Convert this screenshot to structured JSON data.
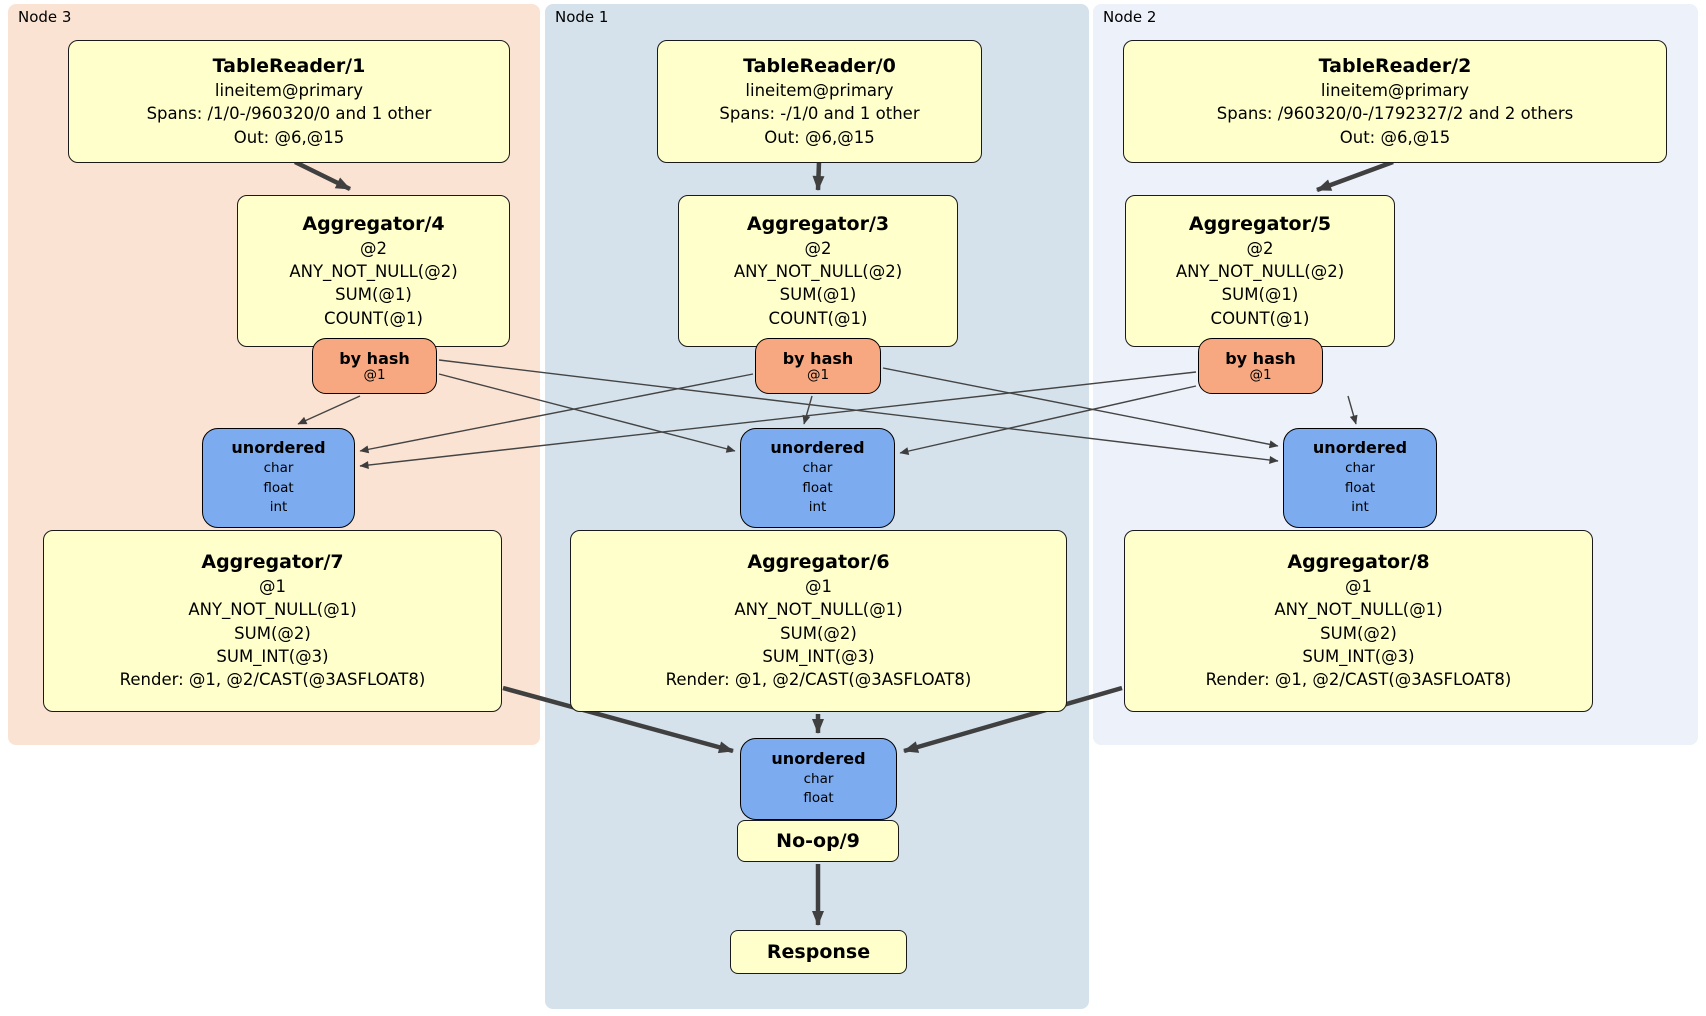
{
  "diagram": {
    "regions": [
      {
        "label": "Node 3",
        "color": "#fbe3d3"
      },
      {
        "label": "Node 1",
        "color": "#d5e2eb"
      },
      {
        "label": "Node 2",
        "color": "#edf1fa"
      }
    ],
    "colors": {
      "processor_fill": "#ffffcc",
      "router_fill": "#f7a880",
      "sync_fill": "#7cabef",
      "edge": "#404040"
    },
    "processors": {
      "tr1": {
        "title": "TableReader/1",
        "lines": [
          "lineitem@primary",
          "Spans: /1/0-/960320/0 and 1 other",
          "Out: @6,@15"
        ]
      },
      "tr0": {
        "title": "TableReader/0",
        "lines": [
          "lineitem@primary",
          "Spans: -/1/0 and 1 other",
          "Out: @6,@15"
        ]
      },
      "tr2": {
        "title": "TableReader/2",
        "lines": [
          "lineitem@primary",
          "Spans: /960320/0-/1792327/2 and 2 others",
          "Out: @6,@15"
        ]
      },
      "agg4": {
        "title": "Aggregator/4",
        "lines": [
          "@2",
          "ANY_NOT_NULL(@2)",
          "SUM(@1)",
          "COUNT(@1)"
        ]
      },
      "agg3": {
        "title": "Aggregator/3",
        "lines": [
          "@2",
          "ANY_NOT_NULL(@2)",
          "SUM(@1)",
          "COUNT(@1)"
        ]
      },
      "agg5": {
        "title": "Aggregator/5",
        "lines": [
          "@2",
          "ANY_NOT_NULL(@2)",
          "SUM(@1)",
          "COUNT(@1)"
        ]
      },
      "agg7": {
        "title": "Aggregator/7",
        "lines": [
          "@1",
          "ANY_NOT_NULL(@1)",
          "SUM(@2)",
          "SUM_INT(@3)",
          "Render: @1, @2/CAST(@3ASFLOAT8)"
        ]
      },
      "agg6": {
        "title": "Aggregator/6",
        "lines": [
          "@1",
          "ANY_NOT_NULL(@1)",
          "SUM(@2)",
          "SUM_INT(@3)",
          "Render: @1, @2/CAST(@3ASFLOAT8)"
        ]
      },
      "agg8": {
        "title": "Aggregator/8",
        "lines": [
          "@1",
          "ANY_NOT_NULL(@1)",
          "SUM(@2)",
          "SUM_INT(@3)",
          "Render: @1, @2/CAST(@3ASFLOAT8)"
        ]
      },
      "noop": {
        "title": "No-op/9"
      },
      "response": {
        "title": "Response"
      }
    },
    "routers": {
      "hash4": {
        "title": "by hash",
        "detail": "@1"
      },
      "hash3": {
        "title": "by hash",
        "detail": "@1"
      },
      "hash5": {
        "title": "by hash",
        "detail": "@1"
      }
    },
    "syncs": {
      "un7": {
        "title": "unordered",
        "lines": [
          "char",
          "float",
          "int"
        ]
      },
      "un6": {
        "title": "unordered",
        "lines": [
          "char",
          "float",
          "int"
        ]
      },
      "un8": {
        "title": "unordered",
        "lines": [
          "char",
          "float",
          "int"
        ]
      },
      "unfinal": {
        "title": "unordered",
        "lines": [
          "char",
          "float"
        ]
      }
    }
  }
}
